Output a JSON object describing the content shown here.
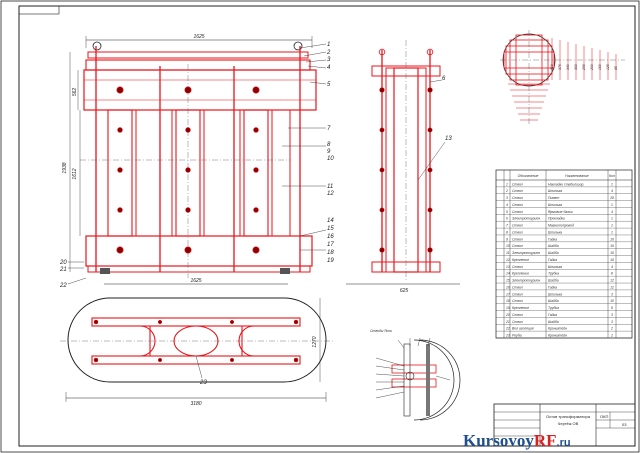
{
  "drawing": {
    "dimensions": {
      "top_width": "1625",
      "bottom_width": "1625",
      "overall_height": "1938",
      "upper_height": "1612",
      "yoke_height": "562",
      "side_width": "625",
      "plan_length": "3180",
      "plan_width": "1270"
    },
    "callouts": [
      "1",
      "2",
      "3",
      "4",
      "5",
      "6",
      "7",
      "8",
      "9",
      "10",
      "11",
      "12",
      "13",
      "14",
      "15",
      "16",
      "17",
      "18",
      "19",
      "20",
      "21",
      "22",
      "23"
    ],
    "detail_title": "Отводы Ясни",
    "core_section_values": [
      "410",
      "375",
      "340",
      "300",
      "255",
      "200",
      "160",
      "125",
      "85"
    ],
    "spec_table": {
      "headers": [
        "Обозначение",
        "Наименование",
        "Кол"
      ],
      "rows": [
        [
          "Ствол",
          "Накладки стабилизир.",
          "1"
        ],
        [
          "Ствол",
          "Шпилька",
          "4"
        ],
        [
          "Ствол",
          "Пимет",
          "28"
        ],
        [
          "Ствол",
          "Шпилька",
          "1"
        ],
        [
          "Ствол",
          "Ярмовые балки",
          "4"
        ],
        [
          "Электротоурион",
          "Прокладки",
          "1"
        ],
        [
          "Ствол",
          "Магнитопровод",
          "1"
        ],
        [
          "Ствол",
          "Шпилька",
          "1"
        ],
        [
          "Ствол",
          "Гайка",
          "16"
        ],
        [
          "Ствол",
          "Шайба",
          "16"
        ],
        [
          "Электротоурион",
          "Шайба",
          "16"
        ],
        [
          "Крепление",
          "Гайка",
          "16"
        ],
        [
          "Ствол",
          "Шпилька",
          "4"
        ],
        [
          "Крепление",
          "Трубка",
          "8"
        ],
        [
          "Электротоурион",
          "Шайба",
          "12"
        ],
        [
          "Ствол",
          "Гайка",
          "12"
        ],
        [
          "Ствол",
          "Шпилька",
          "3"
        ],
        [
          "Ствол",
          "Шайба",
          "10"
        ],
        [
          "Крепление",
          "Трубка",
          "8"
        ],
        [
          "Ствол",
          "Гайка",
          "3"
        ],
        [
          "Ствол",
          "Шайба",
          "3"
        ],
        [
          "Вол изоляция",
          "Кронштейн",
          "2"
        ],
        [
          "Роуба",
          "Кронштейн",
          "2"
        ]
      ]
    },
    "title_block": {
      "name": "Остов трансформатора",
      "subtitle": "Чертёж ОВ",
      "code": "ОКП",
      "sheet": "03"
    }
  },
  "watermark": {
    "part1": "Kursovoy",
    "part2": "RF",
    "part3": ".ru"
  },
  "colors": {
    "line": "#1a1a1a",
    "red": "#e8141c",
    "paper": "#ffffff"
  }
}
